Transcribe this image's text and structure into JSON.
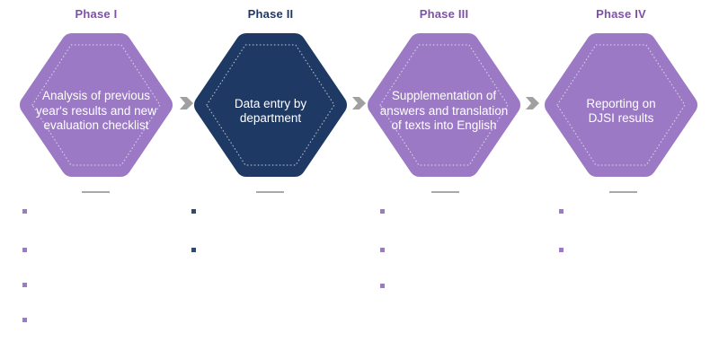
{
  "phases": [
    {
      "label": "Phase I",
      "label_color": "#7e50a8",
      "fill": "#9b79c4",
      "bullet_color": "#9d7bc4",
      "hex_text": "Analysis of previous year's results and new evaluation checklist",
      "bullet_count": 4
    },
    {
      "label": "Phase II",
      "label_color": "#1f3864",
      "fill": "#1e3a64",
      "bullet_color": "#2b4a75",
      "hex_text": "Data entry by department",
      "bullet_count": 2
    },
    {
      "label": "Phase III",
      "label_color": "#7e50a8",
      "fill": "#9b79c4",
      "bullet_color": "#9d7bc4",
      "hex_text": "Supplementation of answers and translation of texts into English",
      "bullet_count": 3
    },
    {
      "label": "Phase IV",
      "label_color": "#7e50a8",
      "fill": "#9b79c4",
      "bullet_color": "#9d7bc4",
      "hex_text": "Reporting on DJSI results",
      "bullet_count": 2
    }
  ],
  "arrow_color": "#a0a0a0",
  "divider_color": "#a9a9a9"
}
